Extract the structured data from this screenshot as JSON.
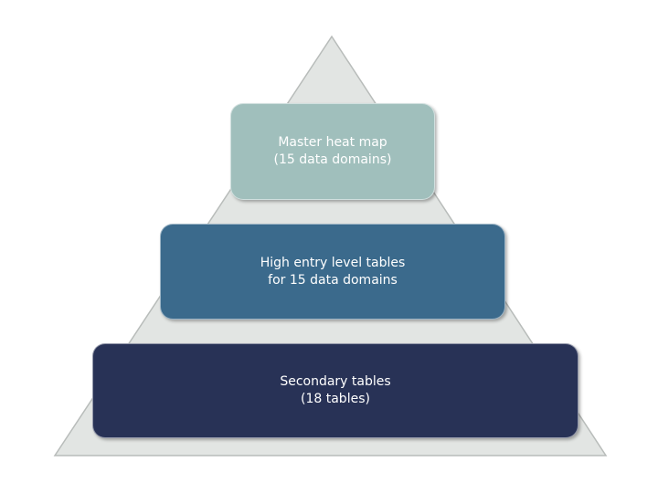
{
  "levels": [
    {
      "line1": "Master heat map",
      "line2": "(15 data domains)",
      "color": "#a0bfbc"
    },
    {
      "line1": "High entry level tables",
      "line2": "for 15 data domains",
      "color": "#3b6a8c"
    },
    {
      "line1": "Secondary tables",
      "line2": "(18 tables)",
      "color": "#283256"
    }
  ],
  "pyramid_color": "#e2e5e3"
}
